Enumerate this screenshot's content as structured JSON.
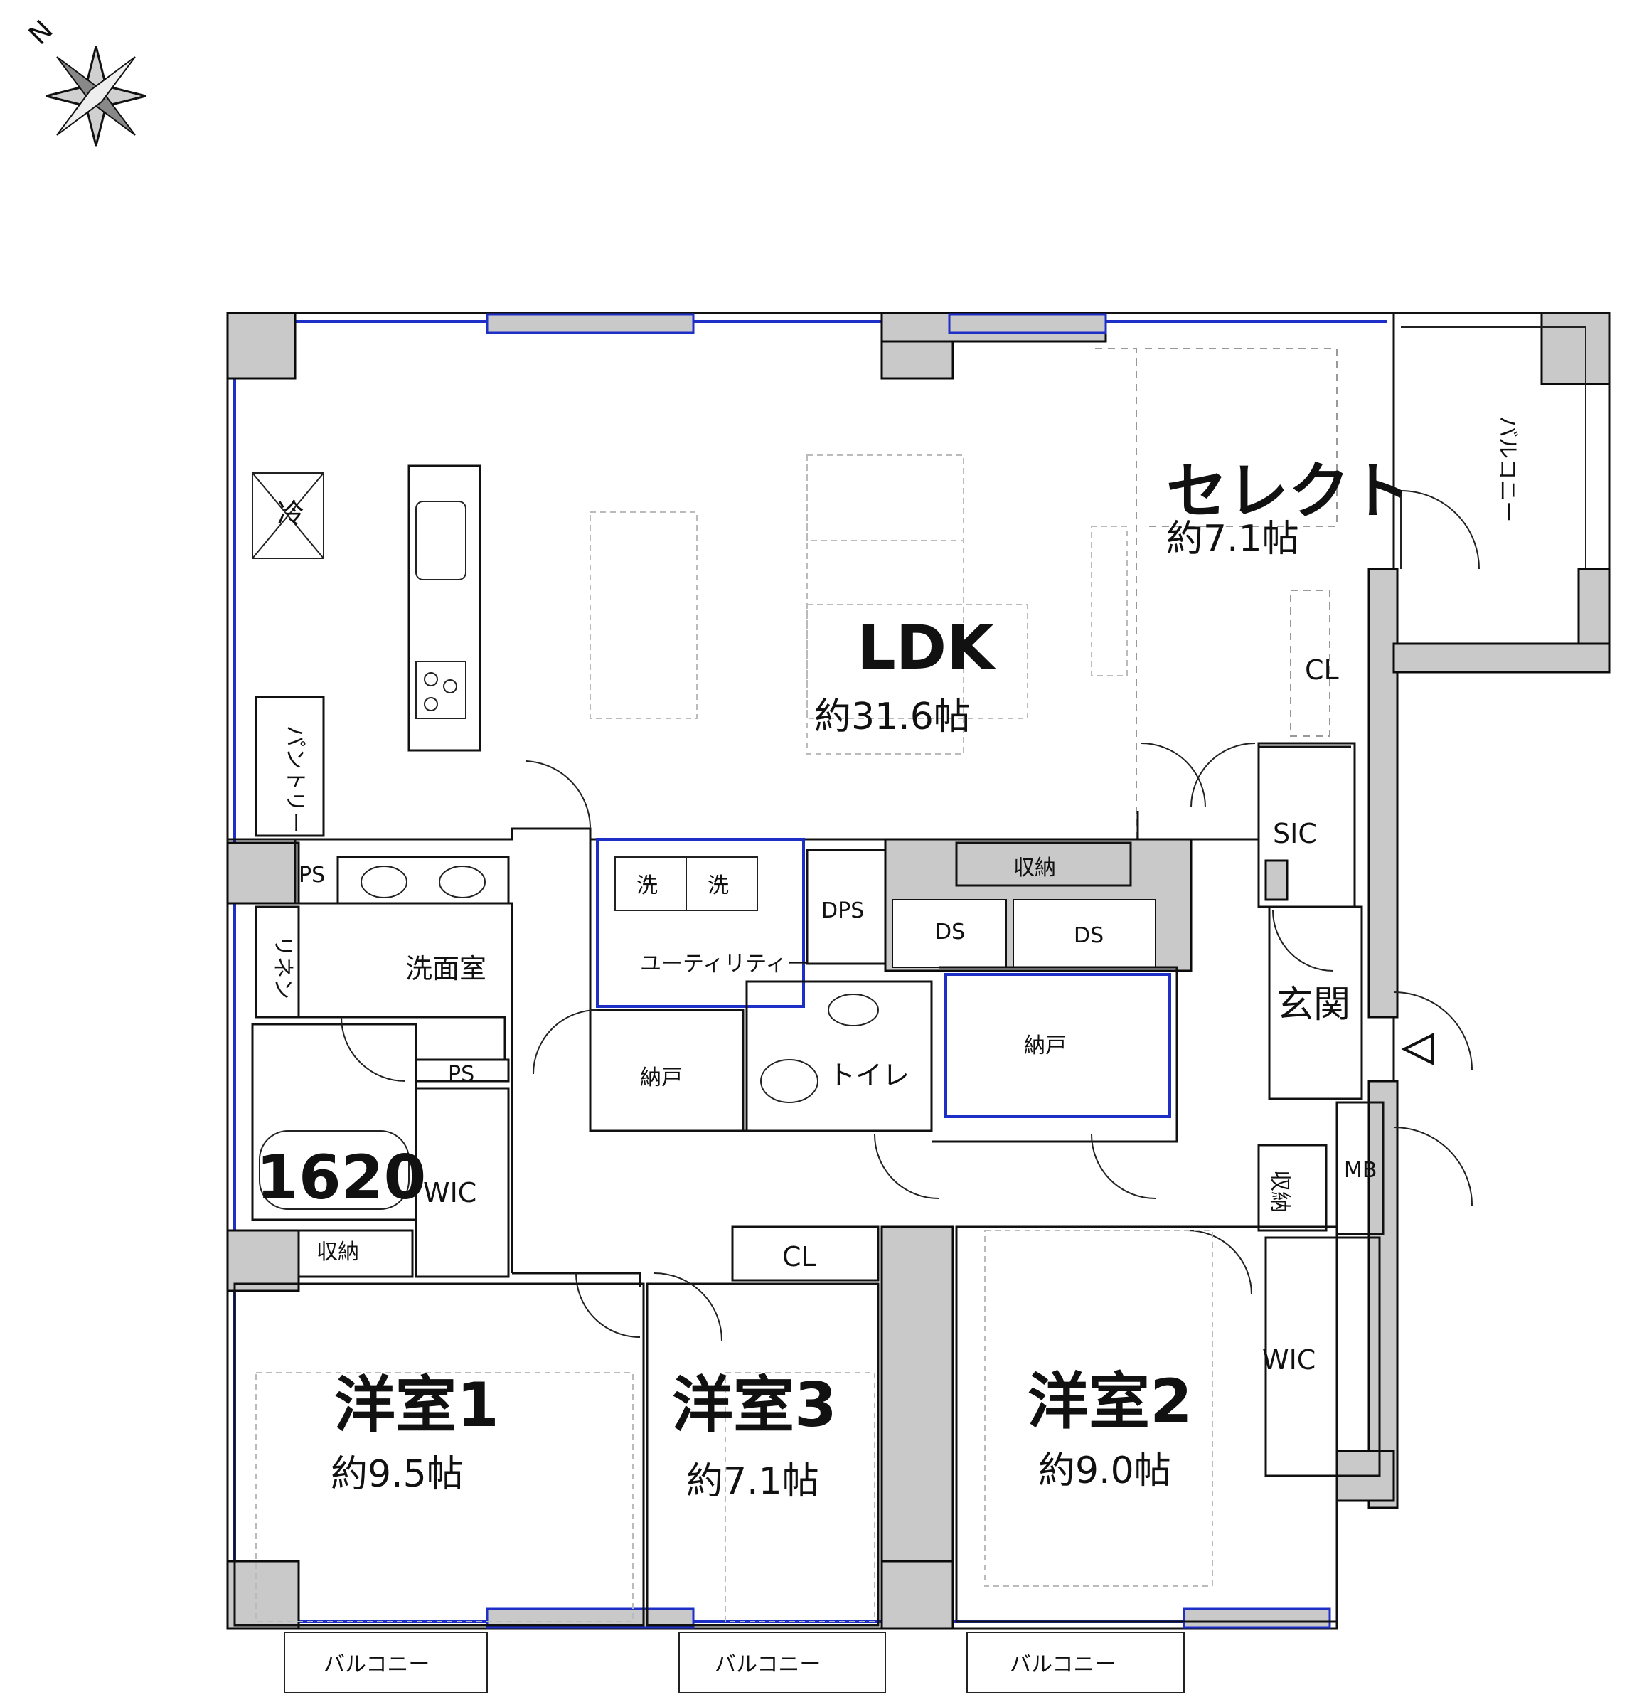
{
  "compass": {
    "label": "N"
  },
  "rooms": {
    "ldk": {
      "name": "LDK",
      "size": "約31.6帖"
    },
    "select": {
      "name": "セレクト",
      "size": "約7.1帖"
    },
    "room1": {
      "name": "洋室1",
      "size": "約9.5帖"
    },
    "room3": {
      "name": "洋室3",
      "size": "約7.1帖"
    },
    "room2": {
      "name": "洋室2",
      "size": "約9.0帖"
    }
  },
  "labels": {
    "refrigerator": "冷",
    "pantry": "パントリー",
    "ps_top": "PS",
    "ps_bottom": "PS",
    "washroom": "洗面室",
    "linen": "リネン",
    "bath": "1620",
    "wic_left": "WIC",
    "storage_left": "収納",
    "washer_1": "洗",
    "washer_2": "洗",
    "utility": "ユーティリティー",
    "dps": "DPS",
    "ds_1": "DS",
    "ds_2": "DS",
    "storage_mid": "収納",
    "nando_left": "納戸",
    "toilet": "トイレ",
    "nando_right": "納戸",
    "cl_select": "CL",
    "sic": "SIC",
    "entrance": "玄関",
    "storage_right": "収納",
    "mb": "MB",
    "cl_room3": "CL",
    "wic_right": "WIC",
    "balcony_right": "バルコニー",
    "balcony_1": "バルコニー",
    "balcony_2": "バルコニー",
    "balcony_3": "バルコニー"
  }
}
